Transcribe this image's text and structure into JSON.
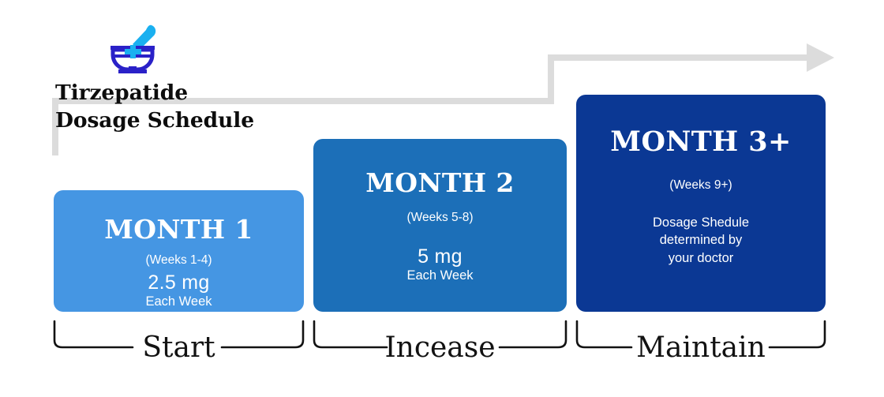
{
  "header": {
    "icon": "mortar-and-pestle-icon",
    "icon_colors": {
      "bowl": "#2a21c8",
      "pestle": "#1ab0f0",
      "cross": "#1ab0f0"
    },
    "title": "Tirzepatide\nDosage Schedule"
  },
  "connector": {
    "color": "#dcdcdc",
    "style": "stepped-arrow",
    "direction": "left-to-right-ascending"
  },
  "cards": [
    {
      "id": "month-1",
      "title": "MONTH 1",
      "weeks": "(Weeks 1-4)",
      "dose": "2.5 mg",
      "dose_sub": "Each Week",
      "note": "",
      "color": "#4596e3"
    },
    {
      "id": "month-2",
      "title": "MONTH 2",
      "weeks": "(Weeks 5-8)",
      "dose": "5 mg",
      "dose_sub": "Each Week",
      "note": "",
      "color": "#1c6fb8"
    },
    {
      "id": "month-3-plus",
      "title": "MONTH 3+",
      "weeks": "(Weeks 9+)",
      "dose": "",
      "dose_sub": "",
      "note": "Dosage Shedule\ndetermined by\nyour doctor",
      "color": "#0b3894"
    }
  ],
  "stages": [
    {
      "id": "stage-start",
      "label": "Start"
    },
    {
      "id": "stage-increase",
      "label": "Incease"
    },
    {
      "id": "stage-maintain",
      "label": "Maintain"
    }
  ],
  "bracket": {
    "color": "#121212"
  }
}
